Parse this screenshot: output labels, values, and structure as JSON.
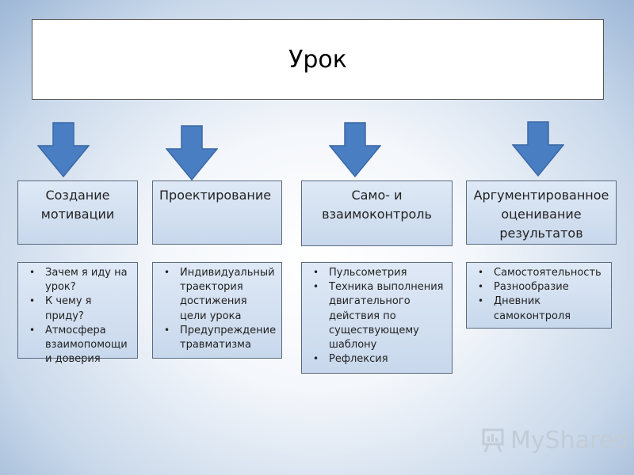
{
  "title": "Урок",
  "columns": [
    {
      "heading": "Создание мотивации",
      "items": [
        "Зачем я иду на урок?",
        "К чему я приду?",
        "Атмосфера взаимопомощи и доверия"
      ]
    },
    {
      "heading": "Проектирование",
      "items": [
        "Индивидуальный траектория достижения цели урока",
        "Предупреждение травматизма"
      ]
    },
    {
      "heading": "Само- и взаимоконтроль",
      "items": [
        "Пульсометрия",
        "Техника выполнения двигательного действия по существующему шаблону",
        "Рефлексия"
      ]
    },
    {
      "heading": "Аргументированное оценивание результатов",
      "items": [
        "Самостоятельность",
        "Разнообразие",
        "Дневник самоконтроля"
      ]
    }
  ],
  "watermark": "MyShared",
  "colors": {
    "arrow": "#4a7ec2",
    "arrow_stroke": "#3a68a6",
    "box_fill": "#d3e0f0"
  }
}
